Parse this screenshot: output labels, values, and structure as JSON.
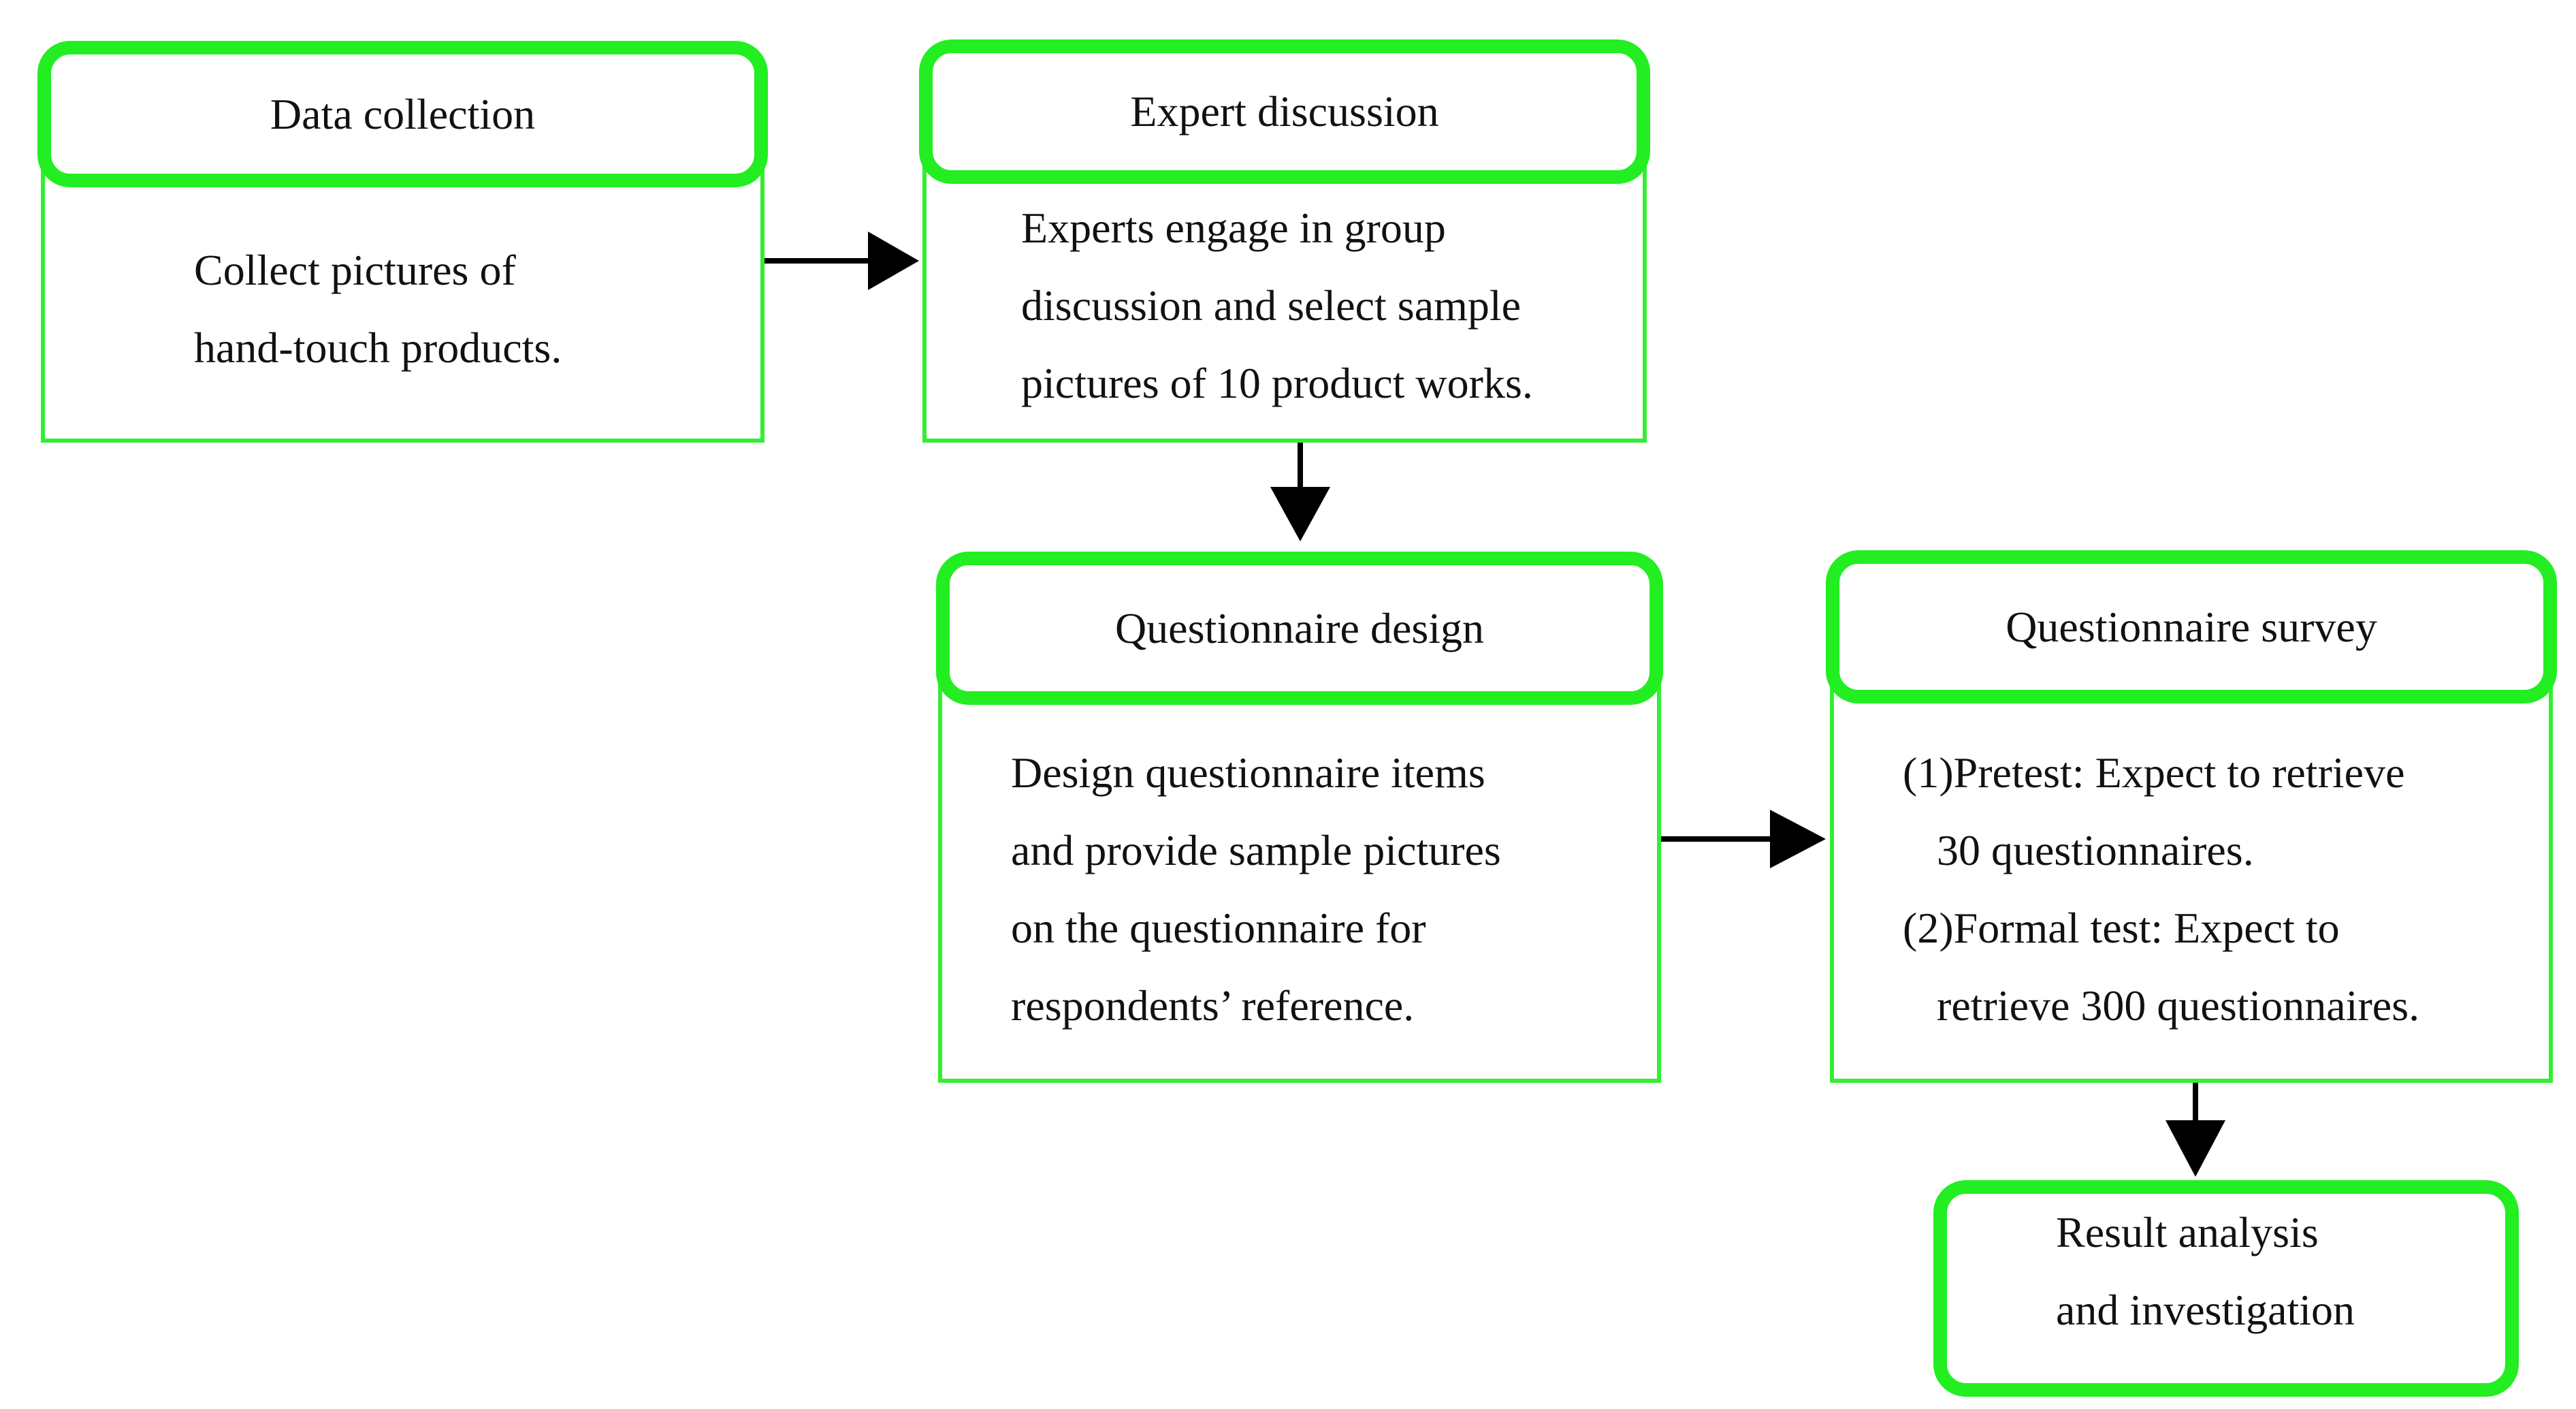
{
  "colors": {
    "box_border": "#33ee33",
    "header_border": "#22ee22",
    "arrow": "#000000",
    "text": "#111111"
  },
  "nodes": {
    "data_collection": {
      "title": "Data collection",
      "lines": [
        "Collect pictures of",
        "hand-touch products."
      ]
    },
    "expert_discussion": {
      "title": "Expert discussion",
      "lines": [
        "Experts engage in group",
        "discussion and select sample",
        "pictures of 10 product works."
      ]
    },
    "questionnaire_design": {
      "title": "Questionnaire design",
      "lines": [
        "Design questionnaire items",
        "and provide sample pictures",
        "on the questionnaire for",
        "respondents’ reference."
      ]
    },
    "questionnaire_survey": {
      "title": "Questionnaire survey",
      "lines": [
        "(1)Pretest: Expect to retrieve",
        "30 questionnaires.",
        "(2)Formal test: Expect to",
        "retrieve 300 questionnaires."
      ]
    },
    "result_analysis": {
      "lines": [
        "Result analysis",
        "and investigation"
      ]
    }
  },
  "edges": [
    {
      "from": "data_collection",
      "to": "expert_discussion"
    },
    {
      "from": "expert_discussion",
      "to": "questionnaire_design"
    },
    {
      "from": "questionnaire_design",
      "to": "questionnaire_survey"
    },
    {
      "from": "questionnaire_survey",
      "to": "result_analysis"
    }
  ]
}
